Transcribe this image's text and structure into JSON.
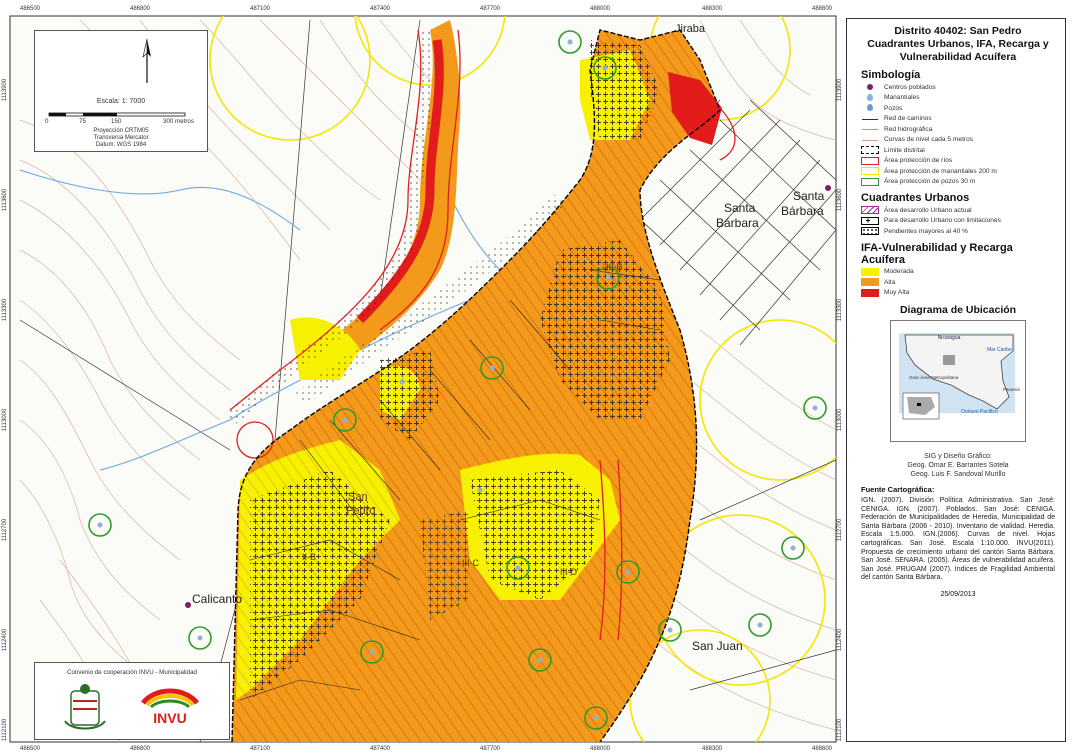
{
  "title": [
    "Distrito 40402: San Pedro",
    "Cuadrantes Urbanos, IFA, Recarga y",
    "Vulnerabilidad Acuífera"
  ],
  "legend": {
    "heading": "Simbología",
    "items": [
      {
        "label": "Centros poblados",
        "icon": "populated-dot-icon",
        "color": "#7b1f6a"
      },
      {
        "label": "Manantiales",
        "icon": "spring-drop-icon",
        "color": "#8fb0d8"
      },
      {
        "label": "Pozos",
        "icon": "well-drop-icon",
        "color": "#8fb0d8"
      },
      {
        "label": "Red de caminos",
        "icon": "road-line-icon",
        "color": "#333333"
      },
      {
        "label": "Red hidrográfica",
        "icon": "river-line-icon",
        "color": "#6aa8e0"
      },
      {
        "label": "Curvas de nivel cada 5 metros",
        "icon": "contour-line-icon",
        "color": "#c9a48a"
      },
      {
        "label": "Límite distrital",
        "icon": "district-limit-icon",
        "color": "#000000"
      },
      {
        "label": "Área protección de ríos",
        "icon": "river-protection-icon",
        "color": "#e02020"
      },
      {
        "label": "Área protección de manantiales 200 m",
        "icon": "spring-protection-icon",
        "color": "#f5e600"
      },
      {
        "label": "Área protección de pozos 30 m",
        "icon": "well-protection-icon",
        "color": "#2e9b2e"
      }
    ],
    "urban_heading": "Cuadrantes Urbanos",
    "urban_items": [
      {
        "label": "Área desarrollo Urbano actual",
        "icon": "urban-current-icon"
      },
      {
        "label": "Para desarrollo Urbano con limitaciones",
        "icon": "urban-limited-icon"
      },
      {
        "label": "Pendientes mayores al 40 %",
        "icon": "steep-slope-icon"
      }
    ],
    "ifa_heading": "IFA-Vulnerabilidad y Recarga Acuífera",
    "ifa_items": [
      {
        "label": "Moderada",
        "color": "#f7f000"
      },
      {
        "label": "Alta",
        "color": "#f39a1a"
      },
      {
        "label": "Muy Alta",
        "color": "#e21b1b"
      }
    ]
  },
  "location": {
    "heading": "Diagrama de Ubicación",
    "labels": [
      "Nicaragua",
      "Mar Caribe",
      "Gran Área Metropolitana",
      "Panamá",
      "Océano Pacífico"
    ]
  },
  "credits": [
    "SIG y Diseño Gráfico:",
    "Geog. Omar E. Barrantes Sotela",
    "Geog. Luis F. Sandoval Murillo"
  ],
  "sources": {
    "heading": "Fuente Cartográfica:",
    "text": "IGN. (2007). División Política Administrativa. San José: CENIGA. IGN. (2007). Poblados. San José: CENIGA. Federación de Municipalidades de Heredia, Municipalidad de Santa Bárbara (2006 - 2010). Inventario de vialidad. Heredia. Escala 1:5.000. IGN.(2006). Curvas de nivel. Hojas cartográficas. San José. Escala 1:10.000. INVU(2011). Propuesta de crecimiento urbano del cantón Santa Bárbara. San José. SENARA. (2005). Áreas de vulnerabilidad acuífera. San José. PRUGAM (2007). Indices de Fragilidad Ambiental del cantón Santa Bárbara."
  },
  "date": "25/09/2013",
  "inset": {
    "scale": "Escala: 1: 7000",
    "scale_ticks": [
      "0",
      "75",
      "150",
      "300 metros"
    ],
    "projection": [
      "Proyección CRTM05",
      "Transversa Mercator",
      "Datum: WGS 1984"
    ],
    "north_label": "N"
  },
  "cooperation": {
    "label": "Convenio de cooperación INVU - Municipalidad",
    "logo_text": "INVU"
  },
  "place_labels": [
    {
      "text": "Santa",
      "id": "place-santa-1"
    },
    {
      "text": "Bárbara",
      "id": "place-barbara-1"
    },
    {
      "text": "Santa",
      "id": "place-santa-2"
    },
    {
      "text": "Bárbara",
      "id": "place-barbara-2"
    },
    {
      "text": "San",
      "id": "place-san"
    },
    {
      "text": "Pedro",
      "id": "place-pedro"
    },
    {
      "text": "Calicanto",
      "id": "place-calicanto"
    },
    {
      "text": "San Juan",
      "id": "place-sanjuan"
    },
    {
      "text": "Jiraba",
      "id": "place-jiraba"
    },
    {
      "text": "III-B",
      "id": "quad-1"
    },
    {
      "text": "II-B",
      "id": "quad-2"
    },
    {
      "text": "III-C",
      "id": "quad-3"
    },
    {
      "text": "III-D",
      "id": "quad-4"
    }
  ],
  "frame": {
    "x_ticks_top": [
      "486500",
      "486800",
      "487100",
      "487400",
      "487700",
      "488000",
      "488300",
      "488600"
    ],
    "x_ticks_bottom": [
      "486500",
      "486800",
      "487100",
      "487400",
      "487700",
      "488000",
      "488300",
      "488600"
    ],
    "y_ticks_left": [
      "1113900",
      "1113600",
      "1113300",
      "1113000",
      "1112700",
      "1112400",
      "1112100"
    ],
    "y_ticks_right": [
      "1113900",
      "1113600",
      "1113300",
      "1113000",
      "1112700",
      "1112400",
      "1112100"
    ]
  }
}
